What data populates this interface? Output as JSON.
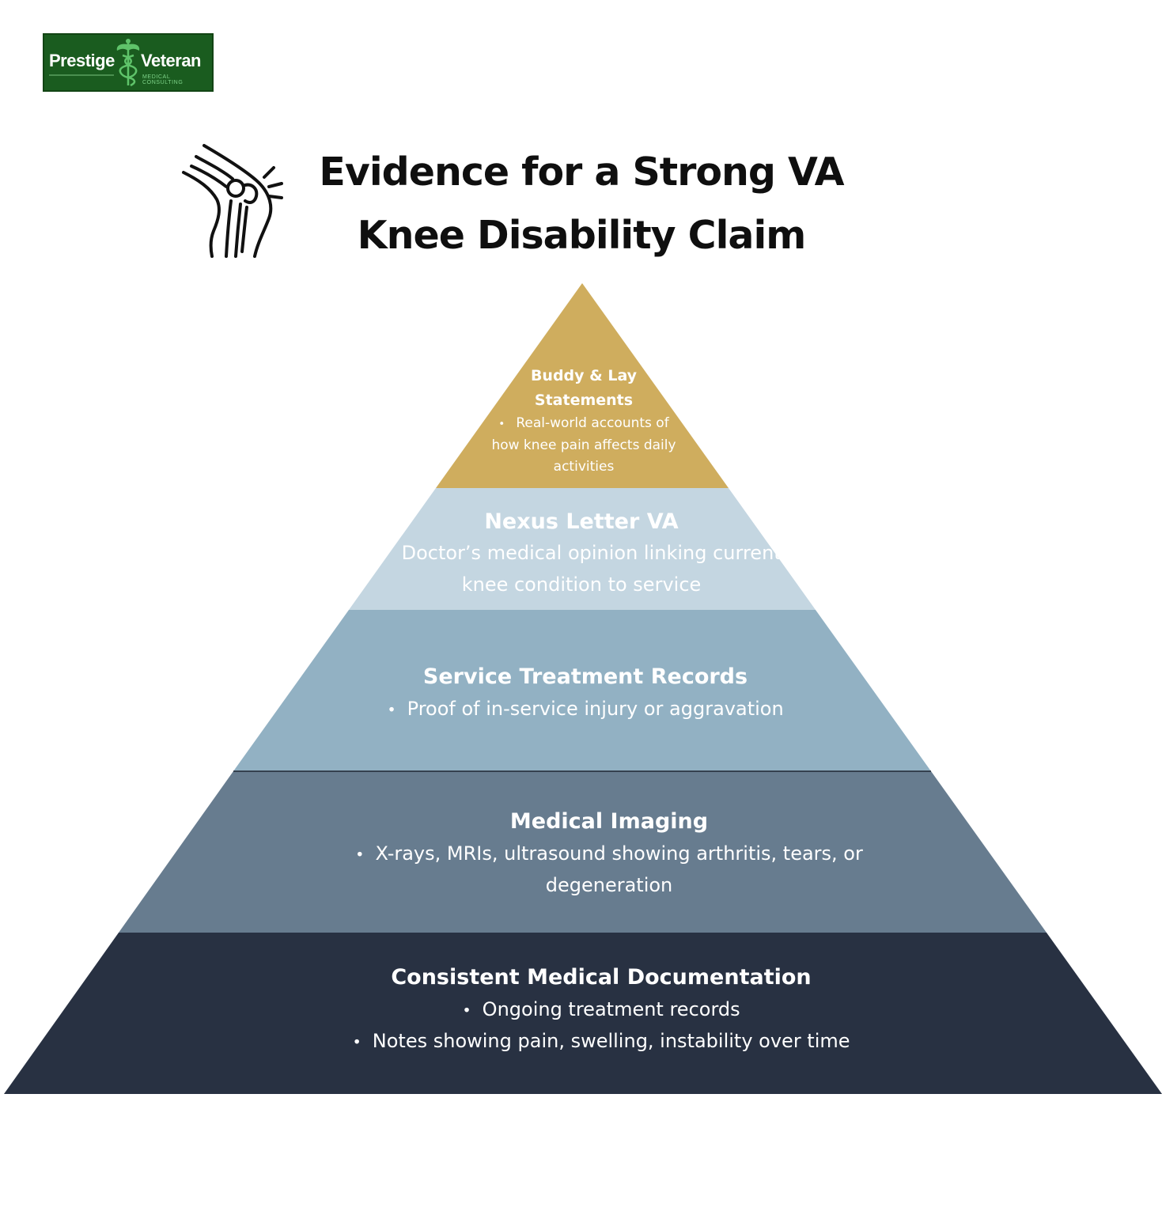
{
  "logo": {
    "word_left": "Prestige",
    "word_right": "Veteran",
    "subtitle": "MEDICAL CONSULTING",
    "background_color": "#1a5c1f"
  },
  "header": {
    "icon": "knee-joint-icon",
    "title_line1": "Evidence for a Strong VA",
    "title_line2": "Knee Disability Claim"
  },
  "pyramid": {
    "tiers": [
      {
        "heading": "Buddy & Lay Statements",
        "bullets": [
          "Real-world accounts of how knee pain affects daily activities"
        ],
        "color": "#cfad5e"
      },
      {
        "heading": "Nexus Letter VA",
        "bullets": [
          "Doctor’s medical opinion linking current knee condition to service"
        ],
        "color": "#c4d6e1"
      },
      {
        "heading": "Service Treatment Records",
        "bullets": [
          "Proof of in-service injury or aggravation"
        ],
        "color": "#92b1c3"
      },
      {
        "heading": "Medical Imaging",
        "bullets": [
          "X-rays, MRIs, ultrasound showing arthritis, tears, or degeneration"
        ],
        "color": "#677c8f"
      },
      {
        "heading": "Consistent Medical Documentation",
        "bullets": [
          "Ongoing treatment records",
          "Notes showing pain, swelling, instability over time"
        ],
        "color": "#283142"
      }
    ]
  }
}
